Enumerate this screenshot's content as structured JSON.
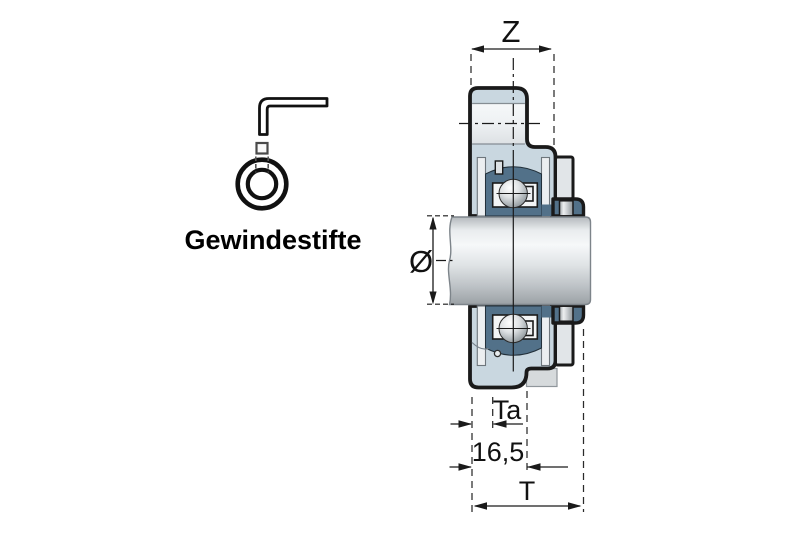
{
  "legend": {
    "label": "Gewindestifte",
    "icons": {
      "allen_key": "allen-key-icon",
      "set_screw_ring": "set-screw-ring-icon"
    }
  },
  "drawing": {
    "type": "bearing-flange-unit-cross-section",
    "dimension_labels": {
      "z": "Z",
      "diameter": "Ø",
      "ta": "Ta",
      "flange_width": "16,5",
      "t": "T"
    }
  },
  "colors": {
    "outline": "#1a1a1a",
    "housing_fill": "#c9d7e0",
    "ring_fill": "#527189",
    "shaft_light": "#f6f8f9",
    "shaft_dark": "#9aa0a4",
    "background": "#ffffff"
  }
}
